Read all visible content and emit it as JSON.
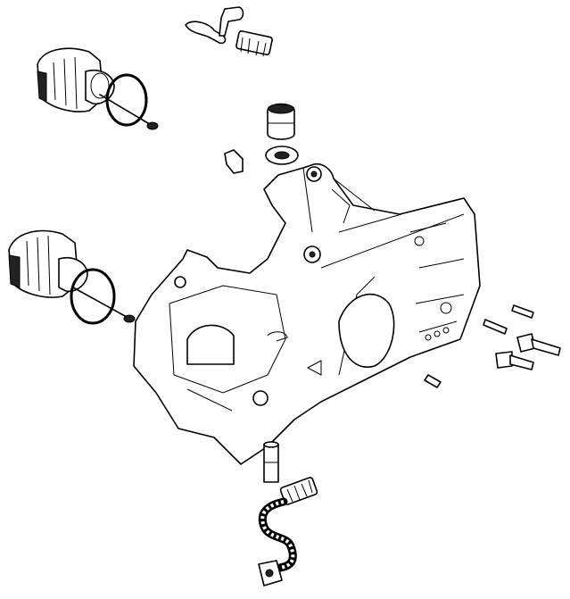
{
  "diagram": {
    "type": "exploded-parts-drawing",
    "colors": {
      "line": "#000000",
      "background": "#ffffff"
    },
    "parts": [
      "fuel-pickup-hose-with-filter-top",
      "oil-tank-cap-top",
      "o-ring-top",
      "screw-top",
      "valve-with-seal",
      "plug",
      "crankcase",
      "fuel-tank-cap-left",
      "o-ring-left",
      "screw-left",
      "studs-right",
      "collar-studs-right",
      "small-stud",
      "oil-pickup-tube",
      "oil-filter-with-hose-bottom"
    ]
  }
}
